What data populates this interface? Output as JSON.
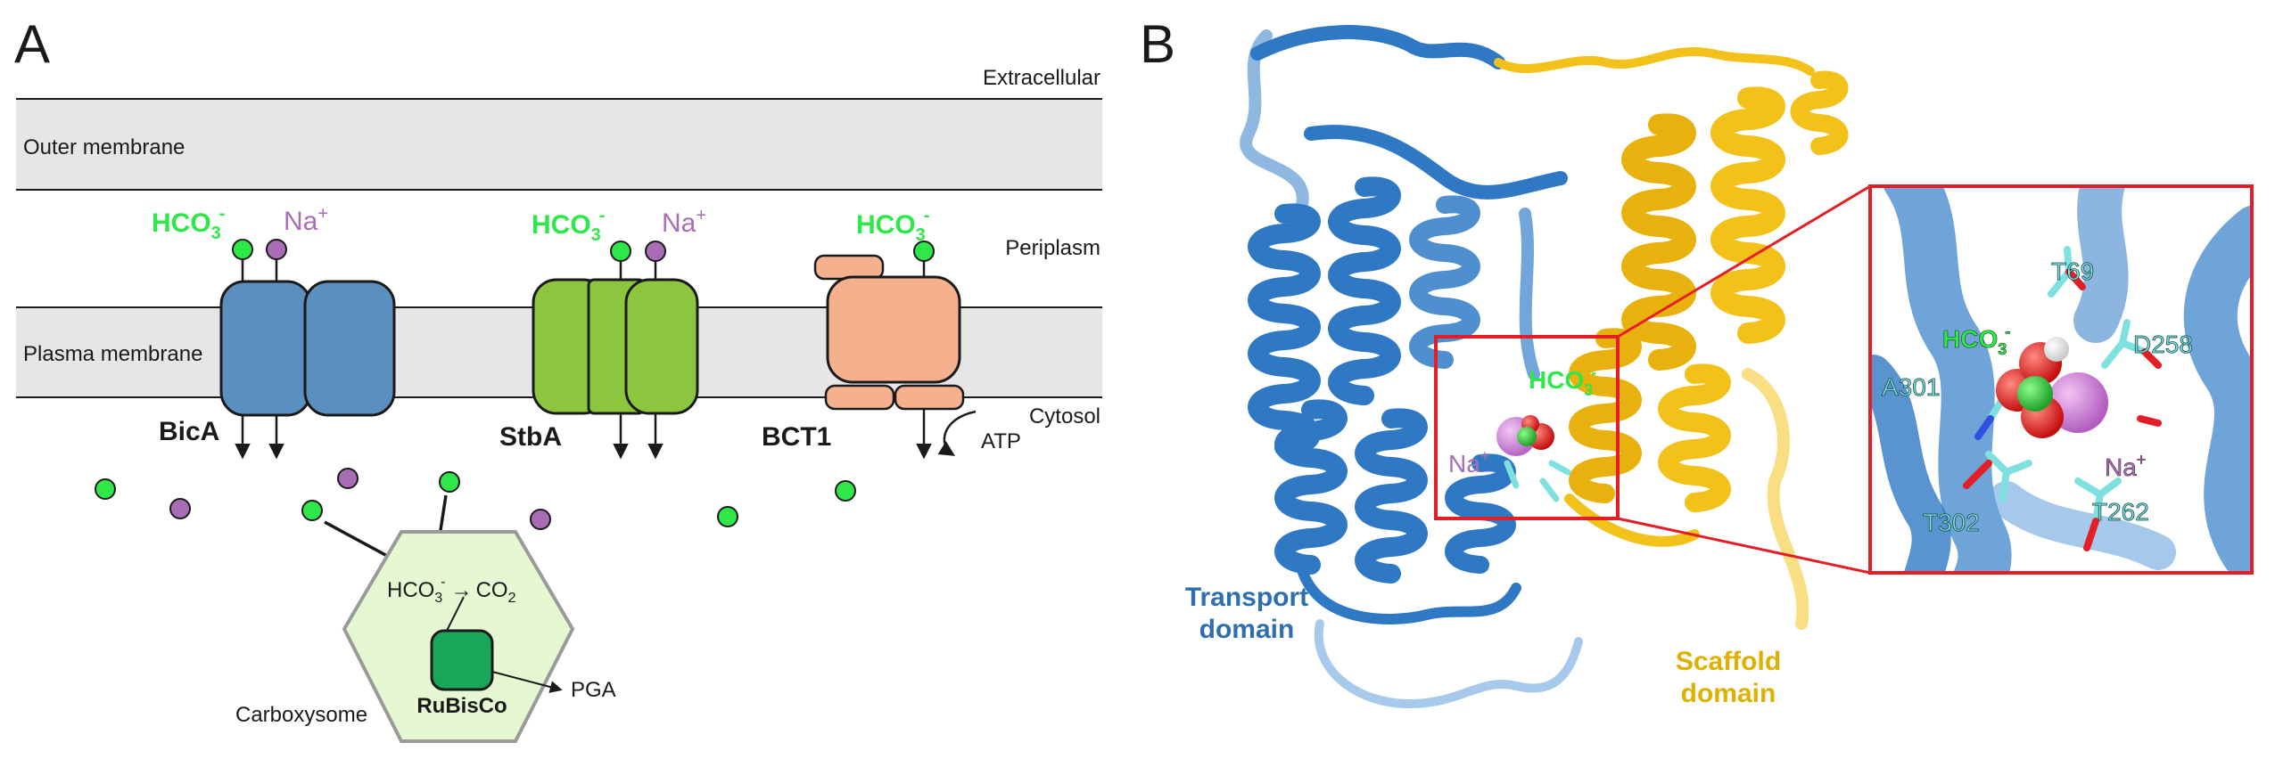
{
  "panel_a": {
    "letter": "A",
    "regions": {
      "extracellular": "Extracellular",
      "outer_membrane": "Outer membrane",
      "periplasm": "Periplasm",
      "plasma_membrane": "Plasma membrane",
      "cytosol": "Cytosol"
    },
    "ions": {
      "bicarbonate": "HCO",
      "bicarbonate_sub": "3",
      "bicarbonate_sup": "-",
      "sodium": "Na",
      "sodium_sup": "+"
    },
    "transporters": {
      "bica": "BicA",
      "stba": "StbA",
      "bct1": "BCT1",
      "atp": "ATP"
    },
    "carboxysome": {
      "label": "Carboxysome",
      "reaction_lhs": "HCO",
      "reaction_lhs_sub": "3",
      "reaction_lhs_sup": "-",
      "reaction_arrow": "→",
      "reaction_rhs": "CO",
      "reaction_rhs_sub": "2",
      "enzyme": "RuBisCo",
      "product": "PGA"
    }
  },
  "panel_b": {
    "letter": "B",
    "domains": {
      "transport_line1": "Transport",
      "transport_line2": "domain",
      "scaffold_line1": "Scaffold",
      "scaffold_line2": "domain"
    },
    "ligands": {
      "bicarbonate": "HCO",
      "bicarbonate_sub": "3",
      "bicarbonate_sup": "-",
      "sodium": "Na",
      "sodium_sup": "+"
    },
    "residues": [
      "T69",
      "D258",
      "A301",
      "T302",
      "T262"
    ]
  },
  "colors": {
    "membrane": "#e6e6e8",
    "bica": "#5b8fc0",
    "stba": "#8cc63f",
    "bct1": "#f5b08e",
    "bicarbonate": "#2ee84a",
    "sodium": "#a86db5",
    "carboxysome": "#e6f8d2",
    "rubisco": "#19a65a",
    "transport_domain": "#2f78c4",
    "scaffold_domain": "#f2c21b",
    "inset_frame": "#e41e26",
    "residue": "#7fe0e0"
  }
}
